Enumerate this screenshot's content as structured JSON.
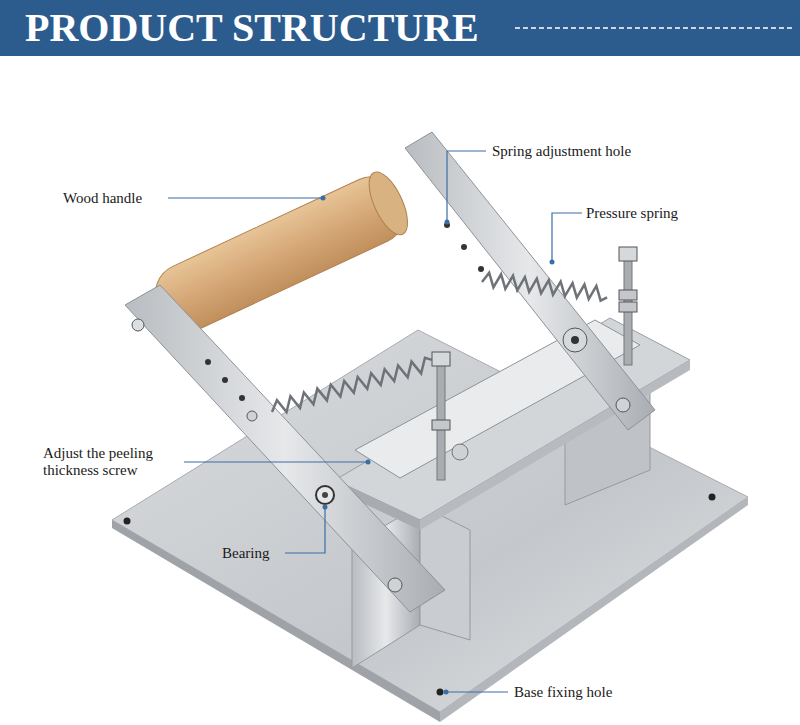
{
  "diagram": {
    "title": "PRODUCT STRUCTURE",
    "labels": [
      "Spring adjustment hole",
      "Wood handle",
      "Pressure spring",
      "Adjust the peeling thickness screw",
      "Bearing",
      "Base fixing hole"
    ]
  }
}
